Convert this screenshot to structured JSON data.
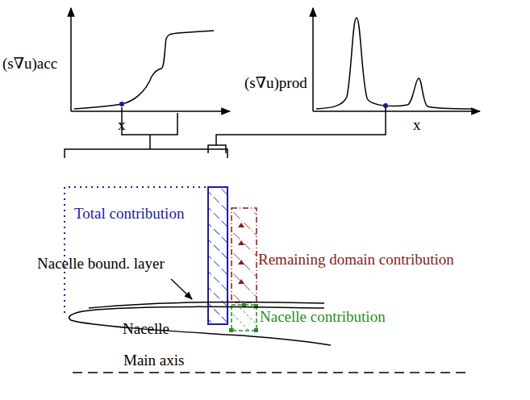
{
  "diagram": {
    "labels": [
      "(s∇u)acc",
      "x",
      "(s∇u)prod",
      "x",
      "Total contribution",
      "Nacelle bound. layer",
      "Remaining domain contribution",
      "Nacelle contribution",
      "Nacelle",
      "Main axis"
    ]
  }
}
